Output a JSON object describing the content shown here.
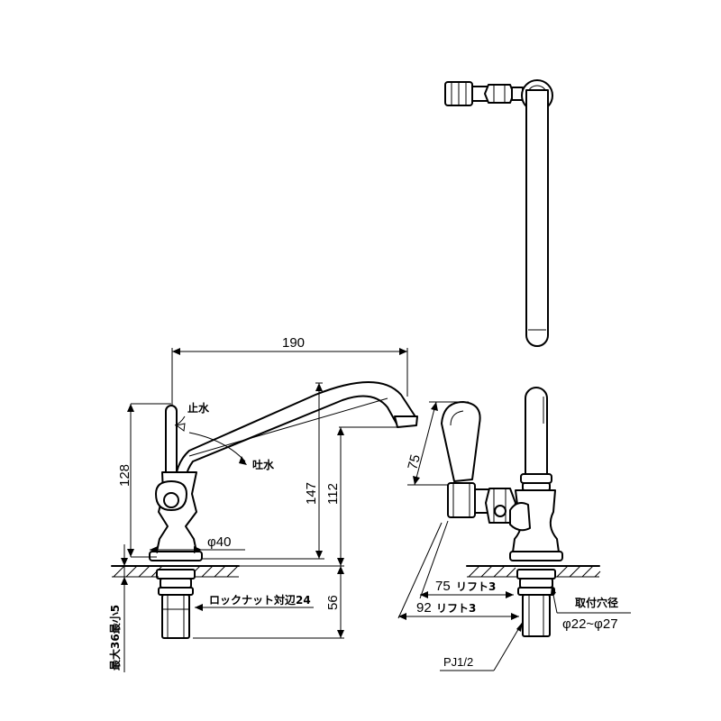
{
  "dims": {
    "spout_reach": "190",
    "handle_height": "128",
    "total_height": "147",
    "spout_height": "112",
    "below_counter": "56",
    "body_dia": "φ40",
    "max_min": "最大36最小5",
    "lever_len": "75",
    "lift_75": "75",
    "lift_92": "92",
    "lift_word": "リフト3"
  },
  "labels": {
    "stop_water": "止水",
    "spout_water": "吐水",
    "lock_nut": "ロックナット対辺24",
    "mount_hole_title": "取付穴径",
    "mount_hole_value": "φ22~φ27",
    "thread": "PJ1/2"
  }
}
